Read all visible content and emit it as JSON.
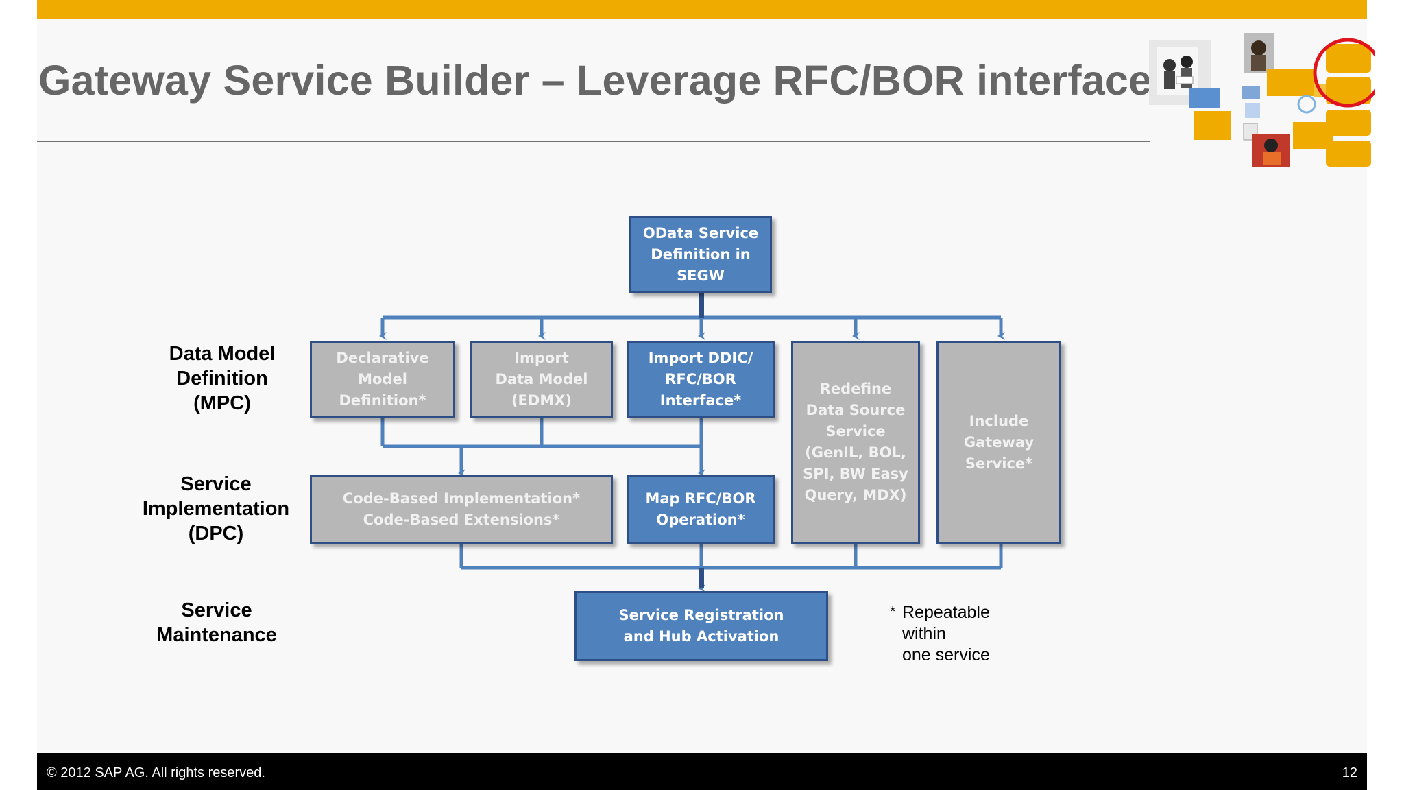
{
  "slide": {
    "title": "Gateway Service Builder – Leverage RFC/BOR interfaces",
    "footer_copyright": "© 2012 SAP AG. All rights reserved.",
    "page_number": "12"
  },
  "row_labels": {
    "mpc": "Data Model\nDefinition\n(MPC)",
    "dpc": "Service\nImplementation\n(DPC)",
    "maintenance": "Service\nMaintenance"
  },
  "boxes": {
    "odata": "OData Service\nDefinition in\nSEGW",
    "declarative": "Declarative\nModel\nDefinition*",
    "import_edmx": "Import\nData Model\n(EDMX)",
    "import_ddic": "Import DDIC/\nRFC/BOR\nInterface*",
    "redefine": "Redefine\nData Source\nService\n(GenIL, BOL,\nSPI, BW Easy\nQuery, MDX)",
    "include": "Include\nGateway\nService*",
    "code_based": "Code-Based Implementation*\nCode-Based Extensions*",
    "map_rfc": "Map RFC/BOR\nOperation*",
    "registration": "Service Registration\nand Hub Activation"
  },
  "note": {
    "star": "*",
    "text": "Repeatable\nwithin\none service"
  },
  "colors": {
    "accent_bar": "#f0ab00",
    "box_blue": "#4f81bd",
    "box_gray": "#b7b7b7",
    "box_border": "#2d4f86",
    "connector": "#4f81bd",
    "footer": "#000000"
  }
}
